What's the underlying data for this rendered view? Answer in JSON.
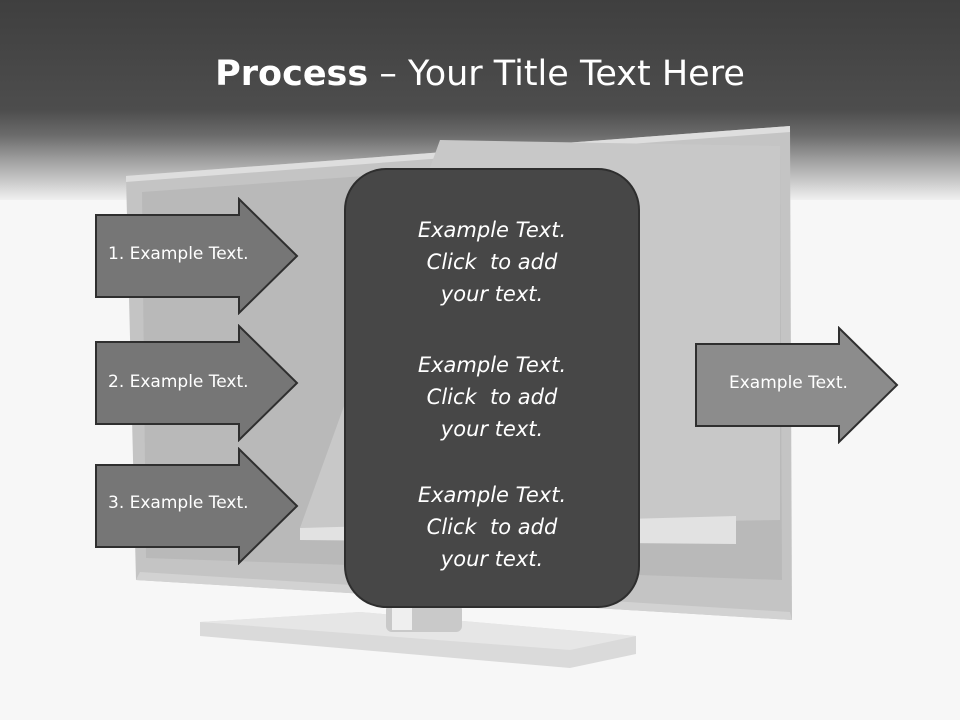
{
  "title": {
    "bold": "Process",
    "rest": " – Your Title Text Here"
  },
  "left_arrows": [
    {
      "label": "1. Example Text."
    },
    {
      "label": "2. Example Text."
    },
    {
      "label": "3. Example Text."
    }
  ],
  "center_blocks": [
    {
      "lines": [
        "Example Text.",
        "Click  to add",
        "your text."
      ]
    },
    {
      "lines": [
        "Example Text.",
        "Click  to add",
        "your text."
      ]
    },
    {
      "lines": [
        "Example Text.",
        "Click  to add",
        "your text."
      ]
    }
  ],
  "right_arrow": {
    "label": "Example Text."
  },
  "colors": {
    "header": "#3f3f3f",
    "arrow": "#767676",
    "arrow_right": "#8c8c8c",
    "panel": "#474747"
  }
}
